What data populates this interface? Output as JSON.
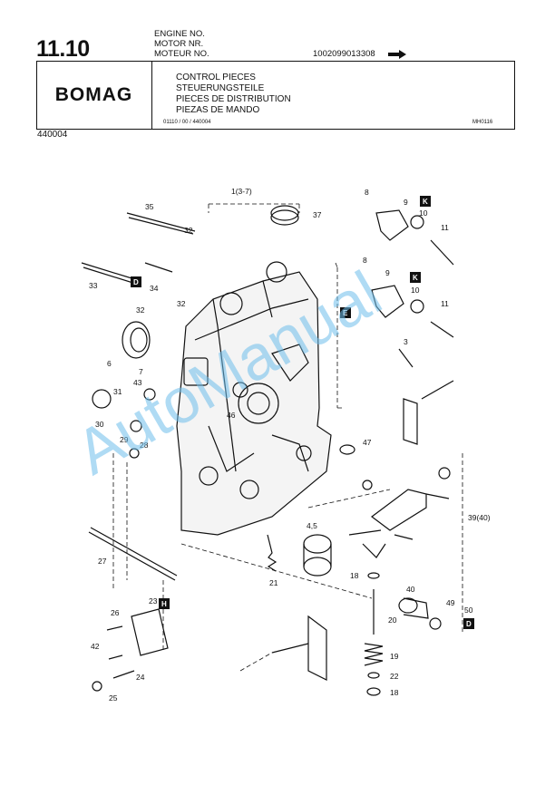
{
  "header": {
    "section_number": "11.10",
    "engine_labels": [
      "ENGINE NO.",
      "MOTOR  NR.",
      "MOTEUR NO."
    ],
    "engine_number": "1002099013308",
    "brand": "BOMAG",
    "titles": [
      "CONTROL PIECES",
      "STEUERUNGSTEILE",
      "PIECES DE DISTRIBUTION",
      "PIEZAS DE MANDO"
    ],
    "reference": "01110 / 00 / 440004",
    "drawing_code": "MH0116",
    "page_code": "440004"
  },
  "diagram": {
    "part_labels": [
      "1(3-7)",
      "37",
      "35",
      "32",
      "33",
      "34",
      "32",
      "32",
      "6",
      "7",
      "31",
      "43",
      "46",
      "30",
      "29",
      "28",
      "8",
      "9",
      "10",
      "11",
      "8",
      "9",
      "10",
      "11",
      "3",
      "47",
      "4,5",
      "39(40)",
      "27",
      "21",
      "18",
      "40",
      "49",
      "50",
      "20",
      "26",
      "23",
      "42",
      "24",
      "25",
      "19",
      "22",
      "18"
    ],
    "callout_boxes": [
      "K",
      "K",
      "D",
      "E",
      "H",
      "D"
    ]
  },
  "watermark": "AutoManual",
  "colors": {
    "ink": "#111111",
    "watermark": "#6ebeeb"
  }
}
